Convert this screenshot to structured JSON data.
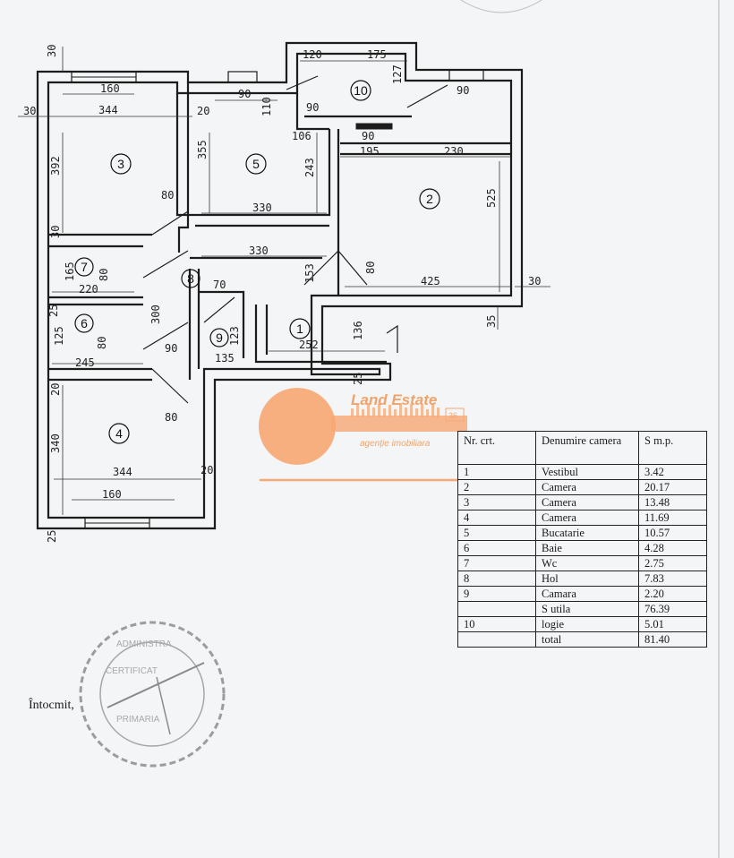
{
  "plan": {
    "dimensions": {
      "top_120": "120",
      "top_175": "175",
      "d_127": "127",
      "d_90_right": "90",
      "d_160_top": "160",
      "d_90_kitchen": "90",
      "d_110": "110",
      "d_90_a": "90",
      "d_30_left": "30",
      "d_344_top": "344",
      "d_30_top": "30",
      "d_20_a": "20",
      "d_106": "106",
      "d_90_b": "90",
      "d_195": "195",
      "d_230": "230",
      "d_392": "392",
      "d_355": "355",
      "d_243": "243",
      "d_525": "525",
      "d_80_a": "80",
      "d_330_a": "330",
      "d_30_b": "30",
      "d_330_b": "330",
      "d_153": "153",
      "d_80_b": "80",
      "d_425": "425",
      "d_30_right": "30",
      "d_165": "165",
      "d_80_c": "80",
      "d_220": "220",
      "d_70": "70",
      "d_300": "300",
      "d_25_a": "25",
      "d_35": "35",
      "d_125": "125",
      "d_80_d": "80",
      "d_90_c": "90",
      "d_123": "123",
      "d_136": "136",
      "d_252": "252",
      "d_245": "245",
      "d_135": "135",
      "d_25_b": "25",
      "d_20_b": "20",
      "d_80_e": "80",
      "d_340": "340",
      "d_344_bottom": "344",
      "d_20_c": "20",
      "d_160_bottom": "160",
      "d_25_c": "25"
    },
    "rooms": [
      "1",
      "2",
      "3",
      "4",
      "5",
      "6",
      "7",
      "8",
      "9",
      "10"
    ]
  },
  "logo": {
    "title": "Land Estate",
    "subtitle": "agenție imobiliara",
    "badge": "36"
  },
  "table": {
    "headers": [
      "Nr. crt.",
      "Denumire camera",
      "S m.p."
    ],
    "rows": [
      [
        "1",
        "Vestibul",
        "3.42"
      ],
      [
        "2",
        "Camera",
        "20.17"
      ],
      [
        "3",
        "Camera",
        "13.48"
      ],
      [
        "4",
        "Camera",
        "11.69"
      ],
      [
        "5",
        "Bucatarie",
        "10.57"
      ],
      [
        "6",
        "Baie",
        "4.28"
      ],
      [
        "7",
        "Wc",
        "2.75"
      ],
      [
        "8",
        "Hol",
        "7.83"
      ],
      [
        "9",
        "Camara",
        "2.20"
      ],
      [
        "",
        "S utila",
        "76.39"
      ],
      [
        "10",
        "logie",
        "5.01"
      ],
      [
        "",
        "total",
        "81.40"
      ]
    ]
  },
  "footer": {
    "intocmit": "Întocmit,"
  },
  "stamp": {
    "lines": [
      "ADMINISTRA",
      "CERTIFICAT",
      "PRIMARIA"
    ]
  }
}
